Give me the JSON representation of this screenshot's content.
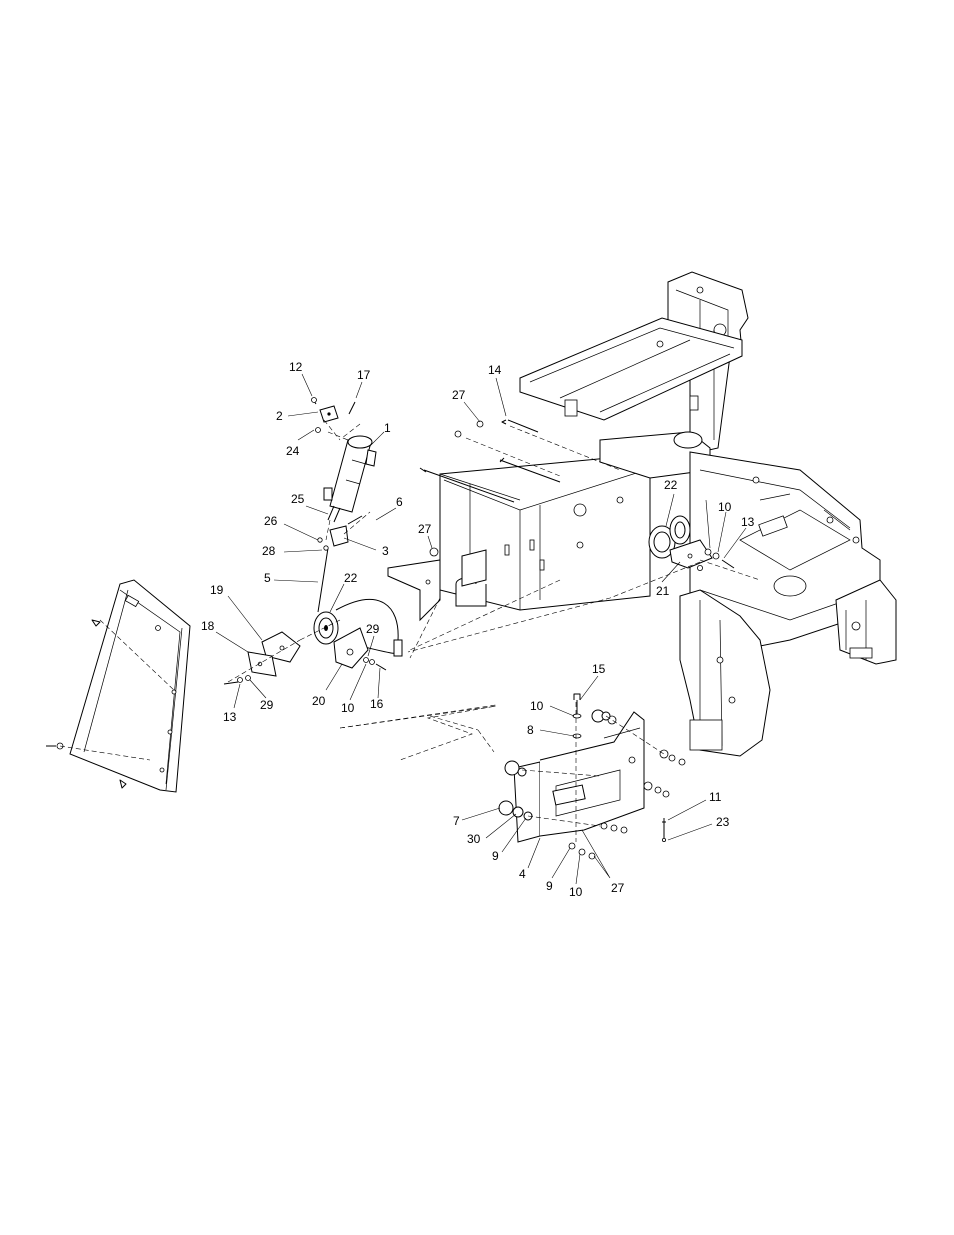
{
  "callouts": {
    "c1": "1",
    "c2": "2",
    "c3": "3",
    "c4": "4",
    "c5": "5",
    "c6": "6",
    "c7": "7",
    "c8": "8",
    "c9a": "9",
    "c9b": "9",
    "c10a": "10",
    "c10b": "10",
    "c10c": "10",
    "c10d": "10",
    "c11": "11",
    "c12": "12",
    "c13a": "13",
    "c13b": "13",
    "c14": "14",
    "c15": "15",
    "c16": "16",
    "c17": "17",
    "c18": "18",
    "c19": "19",
    "c20": "20",
    "c21": "21",
    "c22a": "22",
    "c22b": "22",
    "c23": "23",
    "c24": "24",
    "c25": "25",
    "c26": "26",
    "c27a": "27",
    "c27b": "27",
    "c27c": "27",
    "c28": "28",
    "c29a": "29",
    "c29b": "29",
    "c30": "30"
  }
}
